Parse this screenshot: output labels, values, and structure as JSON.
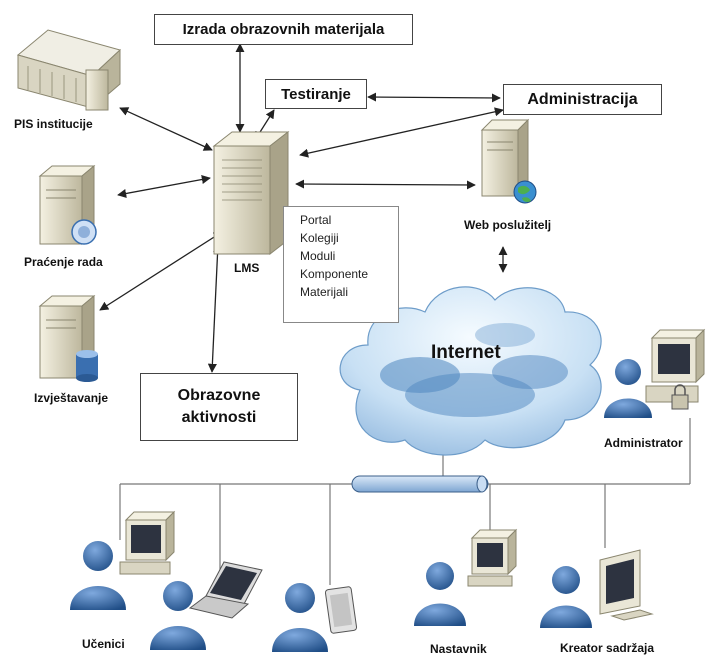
{
  "boxes": {
    "izrada": "Izrada obrazovnih materijala",
    "testiranje": "Testiranje",
    "administracija": "Administracija",
    "obrazovne_line1": "Obrazovne",
    "obrazovne_line2": "aktivnosti"
  },
  "lms": {
    "label": "LMS",
    "components": [
      "Portal",
      "Kolegiji",
      "Moduli",
      "Komponente",
      "Materijali"
    ]
  },
  "servers": {
    "pis": "PIS institucije",
    "pracenje": "Praćenje rada",
    "izvjestavanje": "Izvještavanje",
    "web": "Web poslužitelj"
  },
  "cloud_label": "Internet",
  "users": {
    "administrator": "Administrator",
    "ucenici": "Učenici",
    "nastavnik": "Nastavnik",
    "kreator": "Kreator sadržaja"
  },
  "colors": {
    "cloud_light": "#dfeffa",
    "cloud_dark": "#5b90c4",
    "person": "#3a6fb0",
    "person_dark": "#1f4d86",
    "server": "#e6e2cf",
    "server_dark": "#a9a389",
    "bus": "#a9c8ea",
    "line": "#222222"
  },
  "icons": [
    "server-icon",
    "globe-icon",
    "database-icon",
    "person-icon",
    "computer-icon",
    "laptop-icon",
    "tablet-icon",
    "lock-icon",
    "cloud-icon"
  ]
}
